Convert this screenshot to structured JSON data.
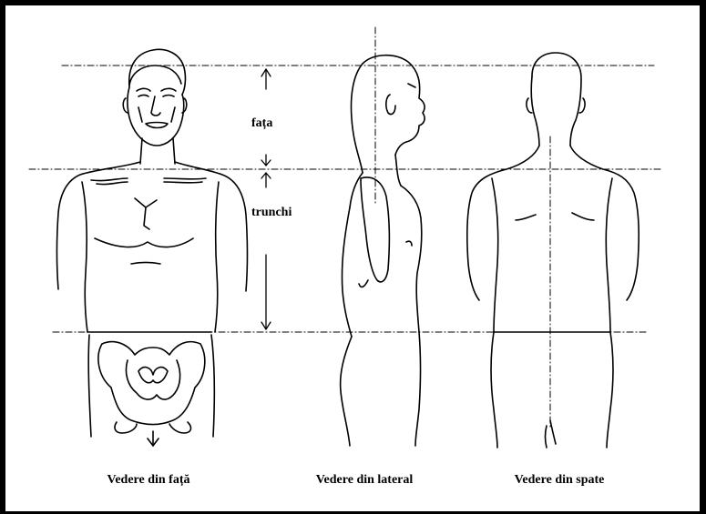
{
  "labels": {
    "face": "fața",
    "trunk": "trunchi"
  },
  "captions": {
    "front": "Vedere din față",
    "side": "Vedere din lateral",
    "back": "Vedere din spate"
  }
}
